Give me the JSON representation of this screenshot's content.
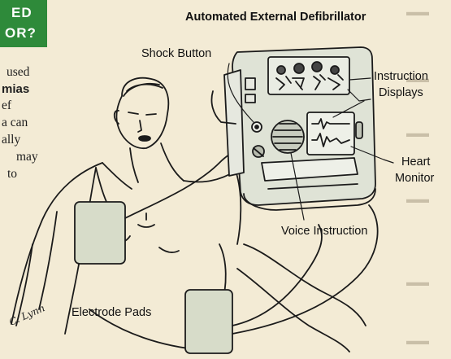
{
  "header": {
    "line1": "ED",
    "line2": "OR?"
  },
  "article_fragment": [
    "used",
    "mias",
    "ef",
    "a can",
    "ally",
    "may",
    "to"
  ],
  "diagram": {
    "title": "Automated External Defibrillator",
    "labels": {
      "shock_button": "Shock Button",
      "instruction_displays_1": "Instruction",
      "instruction_displays_2": "Displays",
      "heart_monitor_1": "Heart",
      "heart_monitor_2": "Monitor",
      "voice_instruction": "Voice Instruction",
      "electrode_pads": "Electrode Pads"
    },
    "artist_signature": "C. Lynn"
  },
  "colors": {
    "header_green": "#2e8a3a",
    "device_fill": "#dfe3d6",
    "pad_fill": "#d7dcc9",
    "background": "#f3ebd5"
  }
}
